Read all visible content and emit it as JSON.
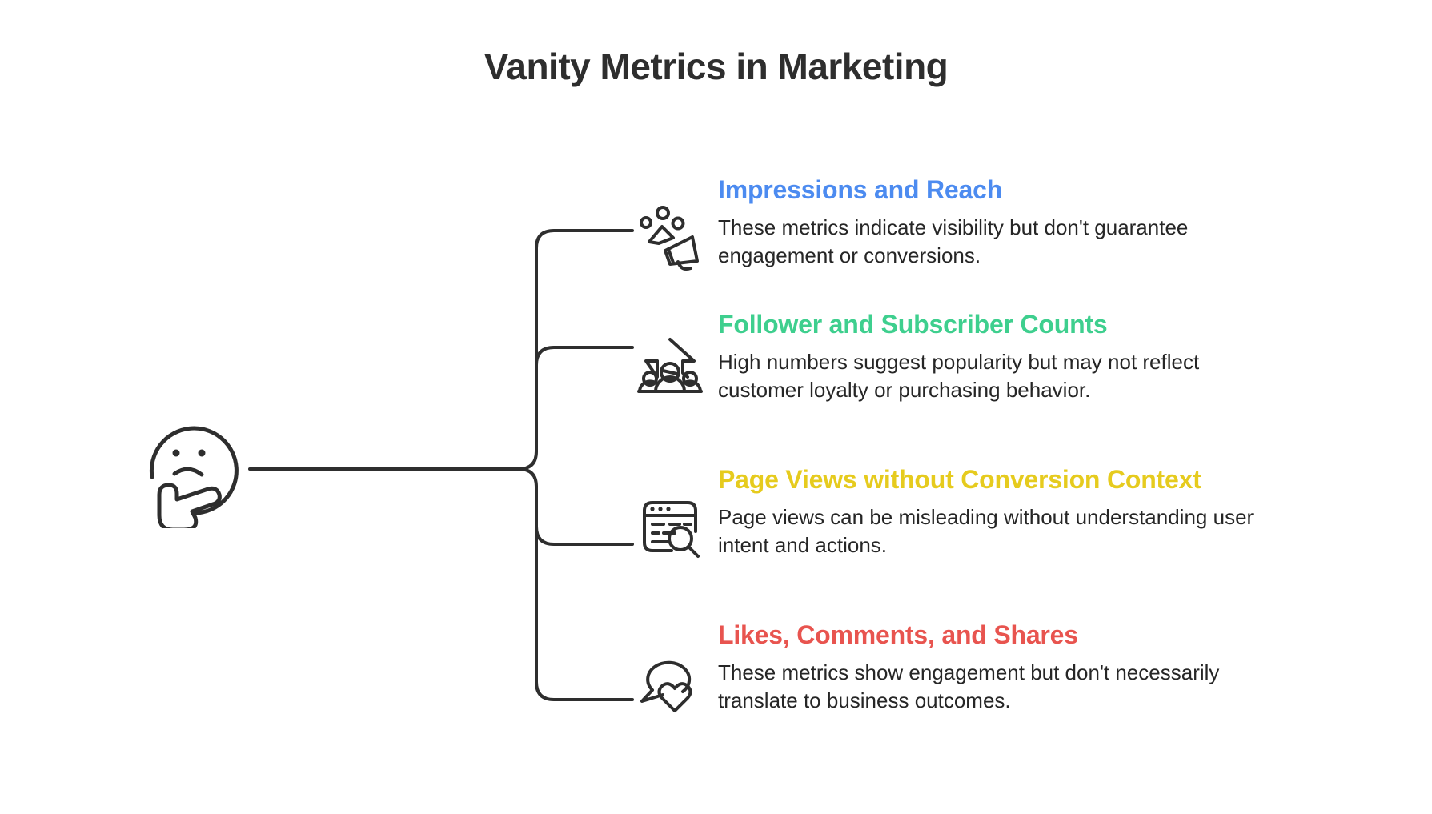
{
  "title": "Vanity Metrics in Marketing",
  "root": {
    "icon": "thinking-face-icon",
    "stroke_color": "#2e2e2e"
  },
  "connector": {
    "color": "#2e2e2e",
    "width": 4
  },
  "branches": [
    {
      "icon": "megaphone-confetti-icon",
      "heading": "Impressions and Reach",
      "heading_color": "#4c8bf0",
      "description": "These metrics indicate visibility but don't guarantee engagement or conversions."
    },
    {
      "icon": "audience-growth-icon",
      "heading": "Follower and Subscriber Counts",
      "heading_color": "#3ecf8e",
      "description": "High numbers suggest popularity but may not reflect customer loyalty or purchasing behavior."
    },
    {
      "icon": "browser-search-icon",
      "heading": "Page Views without Conversion Context",
      "heading_color": "#e6cb1e",
      "description": "Page views can be misleading without understanding user intent and actions."
    },
    {
      "icon": "comment-heart-icon",
      "heading": "Likes, Comments, and Shares",
      "heading_color": "#e8544f",
      "description": "These metrics show engagement but don't necessarily translate to business outcomes."
    }
  ]
}
